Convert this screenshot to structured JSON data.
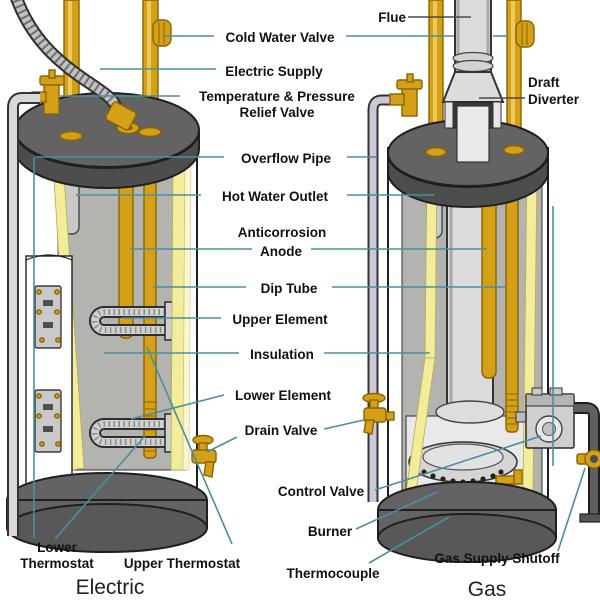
{
  "palette": {
    "background": "#ffffff",
    "text": "#111111",
    "leader_teal": "#4b8f9b",
    "brass": "#D4A017",
    "brass_dark": "#8a6400",
    "cap_gray": "#636363",
    "base_gray": "#636363",
    "interior_gray": "#b3b3b0",
    "insulation_yellow": "#F2EC9B",
    "overflow_lavender": "#cdc8d8",
    "outline": "#1f1f1f"
  },
  "labels": {
    "flue": "Flue",
    "cold_water_valve": "Cold Water Valve",
    "electric_supply": "Electric Supply",
    "tp_relief_1": "Temperature & Pressure",
    "tp_relief_2": "Relief Valve",
    "overflow_pipe": "Overflow Pipe",
    "hot_water_outlet": "Hot Water Outlet",
    "anticorrosion_1": "Anticorrosion",
    "anticorrosion_2": "Anode",
    "dip_tube": "Dip Tube",
    "upper_element": "Upper Element",
    "insulation": "Insulation",
    "lower_element": "Lower Element",
    "drain_valve": "Drain Valve",
    "control_valve": "Control Valve",
    "burner": "Burner",
    "thermocouple": "Thermocouple",
    "gas_supply_shutoff": "Gas Supply Shutoff",
    "draft_diverter_1": "Draft",
    "draft_diverter_2": "Diverter",
    "lower_thermostat_1": "Lower",
    "lower_thermostat_2": "Thermostat",
    "upper_thermostat": "Upper Thermostat"
  },
  "captions": {
    "electric": "Electric",
    "gas": "Gas"
  }
}
